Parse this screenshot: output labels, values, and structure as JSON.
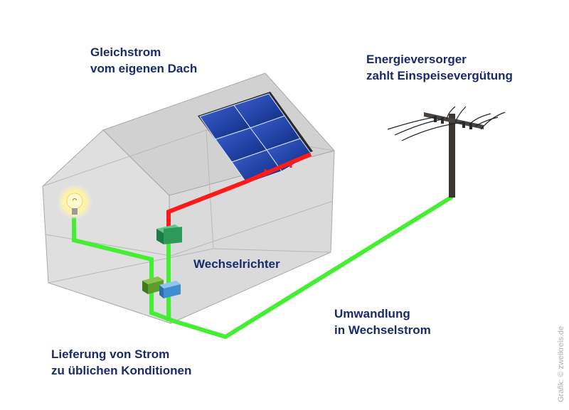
{
  "labels": {
    "roof": [
      "Gleichstrom",
      "vom eigenen Dach"
    ],
    "utility": [
      "Energieversorger",
      "zahlt Einspeisevergütung"
    ],
    "inverter": "Wechselrichter",
    "conversion": [
      "Umwandlung",
      "in Wechselstrom"
    ],
    "delivery": [
      "Lieferung von Strom",
      "zu üblichen Konditionen"
    ]
  },
  "credit": "Grafik: © zweikreis.de",
  "colors": {
    "label_text": "#1a2a6c",
    "dc_wire": "#ff1a1a",
    "ac_wire": "#44ee33",
    "house_fill": "#d8d8d8",
    "house_edge": "#a8a8a8",
    "solar_cell": "#1b3fa6",
    "pole": "#3a3632",
    "bulb_glow": "#fff5a0",
    "inverter_box": "#2e9a5a",
    "meter_box": "#4f8f26",
    "meter_box_blue": "#3f8fd0"
  },
  "icons": {
    "solar_panel": "solar-panel-icon",
    "power_pole": "power-pole-icon",
    "light_bulb": "light-bulb-icon",
    "inverter": "inverter-box-icon",
    "meters": "meter-box-icon"
  }
}
